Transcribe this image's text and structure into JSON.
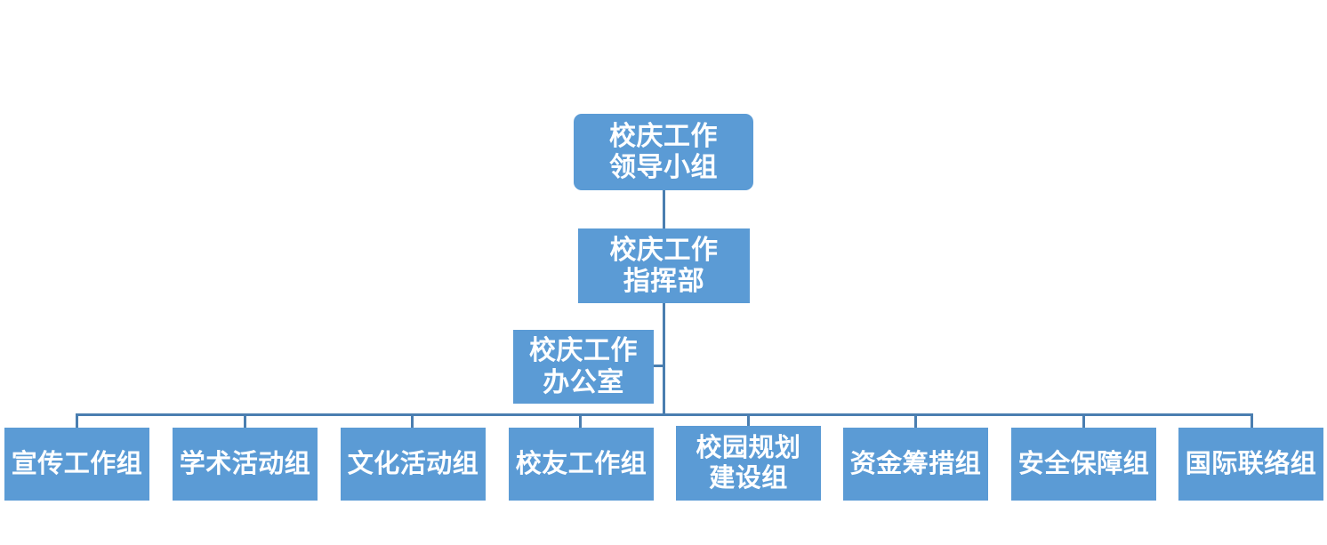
{
  "chart_data": {
    "type": "diagram",
    "diagram_type": "organization-chart",
    "title": "",
    "orientation": "top-down",
    "node_fill_color": "#5B9BD5",
    "node_text_color": "#FFFFFF",
    "connector_color": "#4A7EB0",
    "background_color": "#FFFFFF",
    "levels": 4,
    "nodes": [
      {
        "id": "n1",
        "label": "校庆工作\n领导小组",
        "level": 1,
        "parent": null,
        "shape": "rounded-rect"
      },
      {
        "id": "n2",
        "label": "校庆工作\n指挥部",
        "level": 2,
        "parent": "n1",
        "shape": "rect"
      },
      {
        "id": "n3",
        "label": "校庆工作\n办公室",
        "level": 3,
        "parent": "n2",
        "shape": "rect",
        "role": "assistant"
      },
      {
        "id": "n4",
        "label": "宣传工作组",
        "level": 4,
        "parent": "n2",
        "shape": "rect"
      },
      {
        "id": "n5",
        "label": "学术活动组",
        "level": 4,
        "parent": "n2",
        "shape": "rect"
      },
      {
        "id": "n6",
        "label": "文化活动组",
        "level": 4,
        "parent": "n2",
        "shape": "rect"
      },
      {
        "id": "n7",
        "label": "校友工作组",
        "level": 4,
        "parent": "n2",
        "shape": "rect"
      },
      {
        "id": "n8",
        "label": "校园规划\n建设组",
        "level": 4,
        "parent": "n2",
        "shape": "rect"
      },
      {
        "id": "n9",
        "label": "资金筹措组",
        "level": 4,
        "parent": "n2",
        "shape": "rect"
      },
      {
        "id": "n10",
        "label": "安全保障组",
        "level": 4,
        "parent": "n2",
        "shape": "rect"
      },
      {
        "id": "n11",
        "label": "国际联络组",
        "level": 4,
        "parent": "n2",
        "shape": "rect"
      }
    ],
    "edges": [
      {
        "from": "n1",
        "to": "n2"
      },
      {
        "from": "n2",
        "to": "n3"
      },
      {
        "from": "n2",
        "to": "n4"
      },
      {
        "from": "n2",
        "to": "n5"
      },
      {
        "from": "n2",
        "to": "n6"
      },
      {
        "from": "n2",
        "to": "n7"
      },
      {
        "from": "n2",
        "to": "n8"
      },
      {
        "from": "n2",
        "to": "n9"
      },
      {
        "from": "n2",
        "to": "n10"
      },
      {
        "from": "n2",
        "to": "n11"
      }
    ]
  },
  "org": {
    "leadership_group": "校庆工作\n领导小组",
    "command_center": "校庆工作\n指挥部",
    "office": "校庆工作\n办公室",
    "groups": [
      "宣传工作组",
      "学术活动组",
      "文化活动组",
      "校友工作组",
      "校园规划\n建设组",
      "资金筹措组",
      "安全保障组",
      "国际联络组"
    ]
  }
}
